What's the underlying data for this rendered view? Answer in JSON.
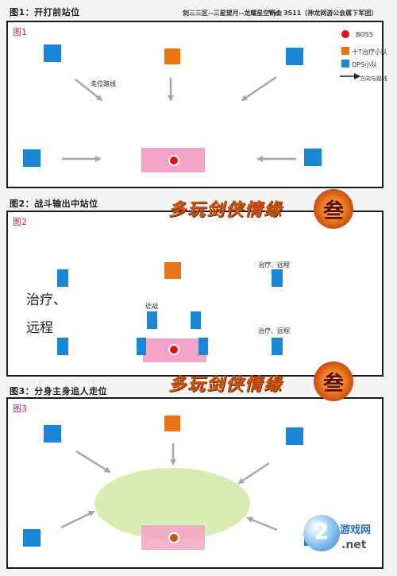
{
  "colors": {
    "dps": "#1a86d6",
    "heal": "#e8730f",
    "boss": "#e01010",
    "boss_rect": "#f3a4c6",
    "ellipse": "#d8ecb4",
    "arrow": "#a7a7a7",
    "panel_id": "#c8227a"
  },
  "header": {
    "fig1_title": "图1：开打前站位",
    "server_info": "剑三三区--三星望月--龙耀星空研会",
    "yy": "Yy：3511（神龙网游公会属下军团）"
  },
  "legend": {
    "boss": "BOSS",
    "heal": "十T治疗小队",
    "dps": "DPS小队",
    "arrow": "方向与路线"
  },
  "panel1": {
    "id": "图1",
    "route_label": "走位路线"
  },
  "fig2_title": "图2：战斗输出中站位",
  "panel2": {
    "id": "图2",
    "big_label_1": "治疗、",
    "big_label_2": "远程",
    "melee": "近战",
    "right_top": "治疗、远程",
    "right_bottom": "治疗、远程"
  },
  "fig3_title": "图3：分身主身追人走位",
  "panel3": {
    "id": "图3"
  },
  "watermarks": {
    "game_logo": "多玩剑侠情缘",
    "seal": "叁",
    "site_name": "游戏网",
    "site_domain": ".net",
    "site_number": "2"
  }
}
